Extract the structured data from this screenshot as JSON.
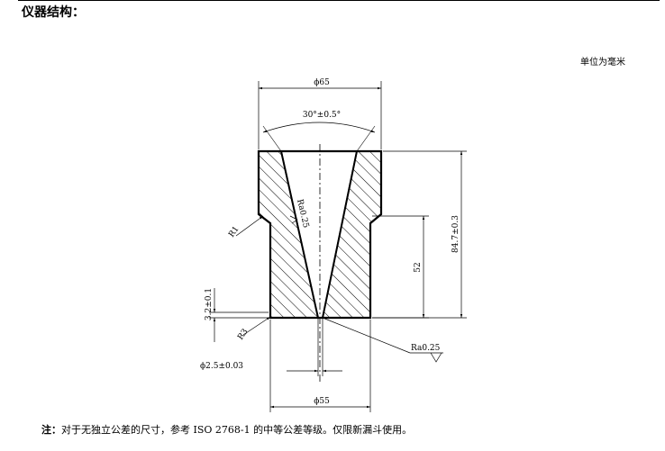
{
  "header": {
    "title": "仪器结构："
  },
  "unit_note": "单位为毫米",
  "dimensions": {
    "top_diameter": "ϕ65",
    "angle": "30°±0.5°",
    "roughness_inner": "Ra0.25",
    "fillet_top": "R1",
    "fillet_bottom": "R3",
    "step_height": "3.2±0.1",
    "inner_height": "52",
    "total_height": "84.7±0.3",
    "roughness_outlet": "Ra0.25",
    "outlet_diameter": "ϕ2.5±0.03",
    "bottom_diameter": "ϕ55"
  },
  "footer": {
    "label": "注：",
    "text": "对于无独立公差的尺寸，参考 ISO 2768-1 的中等公差等级。仅限新漏斗使用。"
  }
}
